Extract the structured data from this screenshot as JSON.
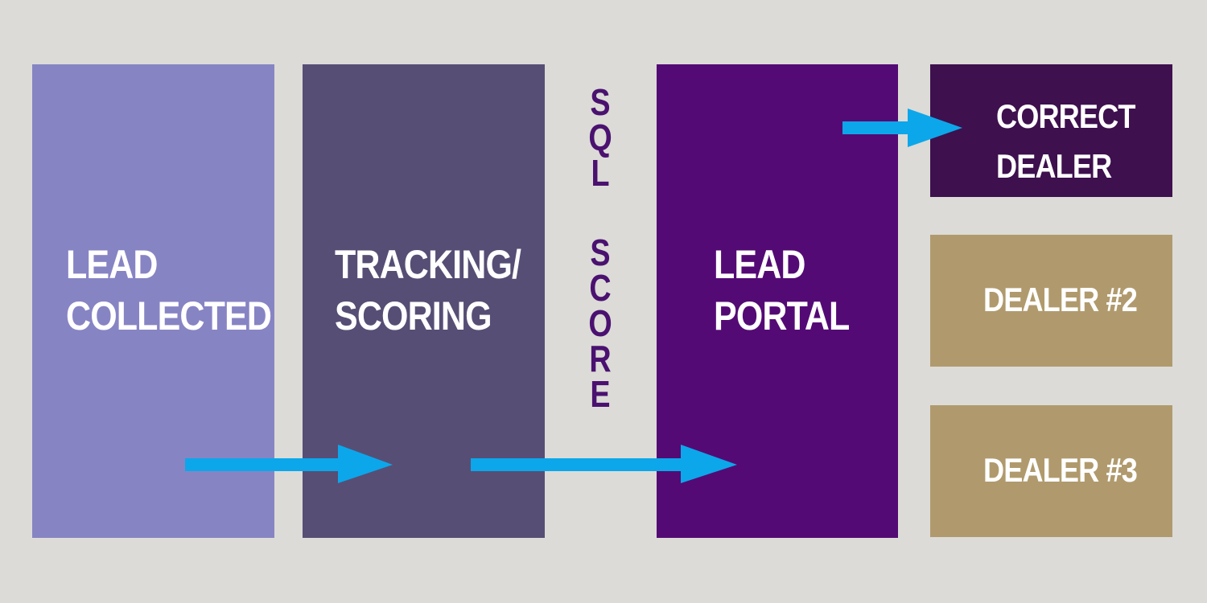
{
  "colors": {
    "background": "#dcdbd7",
    "lead_collected": "#8784c4",
    "tracking_scoring": "#574e75",
    "lead_portal": "#540a74",
    "correct_dealer": "#3e104e",
    "other_dealer": "#b09a6d",
    "arrow": "#0ca7ea",
    "vertical_text": "#4a1170"
  },
  "boxes": {
    "lead_collected": {
      "line1": "LEAD",
      "line2": "COLLECTED"
    },
    "tracking_scoring": {
      "line1": "TRACKING/",
      "line2": "SCORING"
    },
    "lead_portal": {
      "line1": "LEAD",
      "line2": "PORTAL"
    },
    "correct_dealer": {
      "line1": "CORRECT",
      "line2": "DEALER"
    },
    "dealer_2": {
      "label": "DEALER #2"
    },
    "dealer_3": {
      "label": "DEALER #3"
    }
  },
  "vertical_text": {
    "sql": [
      "S",
      "Q",
      "L"
    ],
    "score": [
      "S",
      "C",
      "O",
      "R",
      "E"
    ]
  }
}
